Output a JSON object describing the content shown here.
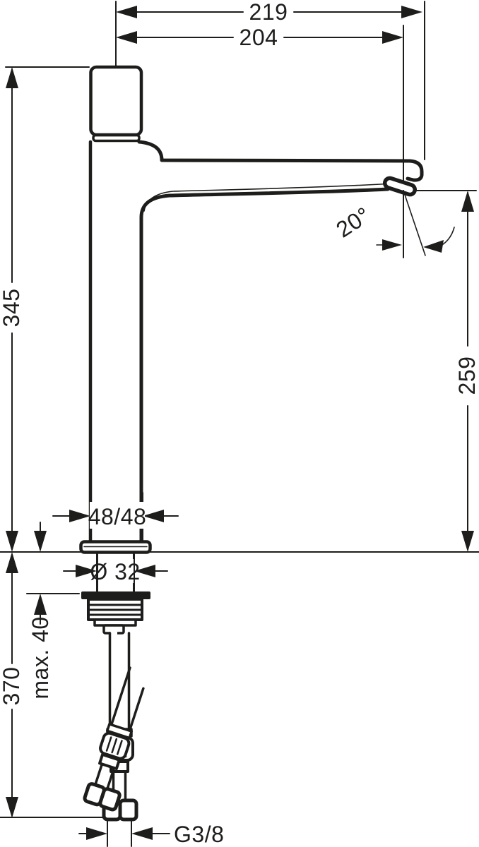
{
  "drawing": {
    "title": "faucet-technical-dimension-drawing",
    "dimensions": {
      "width_total": "219",
      "width_spout": "204",
      "height_total": "345",
      "height_spout": "259",
      "spout_angle": "20°",
      "base_footprint": "48/48",
      "hole_diameter": "Ø 32",
      "max_mounting_thickness": "max. 40",
      "hose_length": "370",
      "connection_thread": "G3/8"
    },
    "colors": {
      "line": "#1d1d1b",
      "background": "#ffffff"
    }
  }
}
